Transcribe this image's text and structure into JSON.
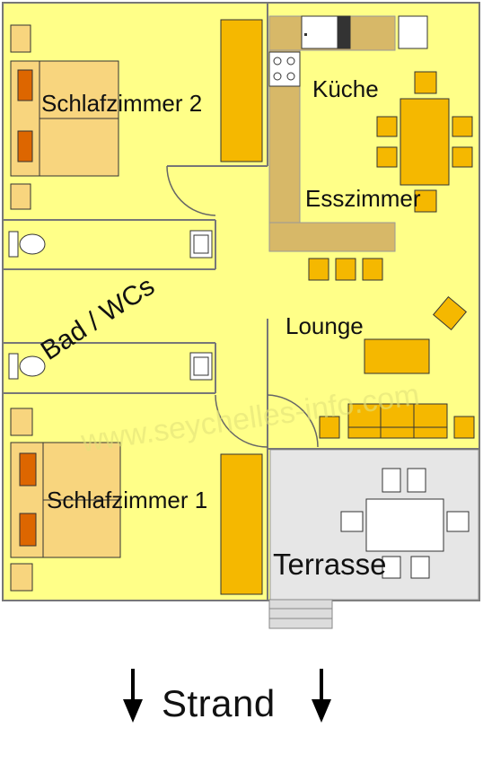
{
  "rooms": {
    "bedroom2": "Schlafzimmer 2",
    "kitchen": "Küche",
    "dining": "Esszimmer",
    "bath": "Bad / WCs",
    "lounge": "Lounge",
    "bedroom1": "Schlafzimmer 1",
    "terrace": "Terrasse"
  },
  "footer": {
    "label": "Strand"
  },
  "watermark": "www.seychelles-info.com",
  "colors": {
    "floor": "#ffff88",
    "wall": "#777777",
    "furniture": "#f5b800",
    "bed": "#f8d57e",
    "pillow": "#dd6600",
    "counter": "#d7b868",
    "terrace": "#e6e6e6"
  }
}
